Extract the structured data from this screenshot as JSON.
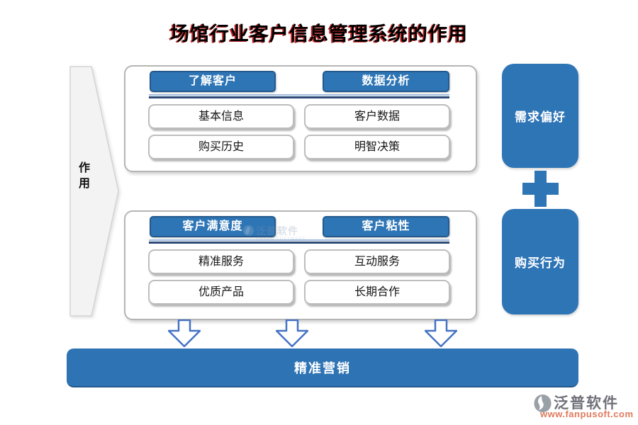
{
  "title": "场馆行业客户信息管理系统的作用",
  "left_banner": {
    "label": "作用"
  },
  "groups": [
    {
      "columns": [
        {
          "header": "了解客户",
          "items": [
            "基本信息",
            "购买历史"
          ]
        },
        {
          "header": "数据分析",
          "items": [
            "客户数据",
            "明智决策"
          ]
        }
      ]
    },
    {
      "columns": [
        {
          "header": "客户满意度",
          "items": [
            "精准服务",
            "优质产品"
          ]
        },
        {
          "header": "客户粘性",
          "items": [
            "互动服务",
            "长期合作"
          ]
        }
      ]
    }
  ],
  "right_panel": {
    "boxes": [
      "需求偏好",
      "购买行为"
    ],
    "connector_icon": "plus-icon"
  },
  "bottom_bar": {
    "label": "精准营销"
  },
  "watermark": {
    "brand": "泛普软件",
    "subtitle": "FANPU SOFTWARE"
  },
  "footer_logo": {
    "brand": "泛普软件",
    "url": "www.fanpusoft.com"
  },
  "colors": {
    "accent_blue": "#2E75B6",
    "pill_border": "#24598C",
    "divider_navy": "#2D4A77",
    "arrow_stroke": "#4472C4",
    "title_shadow_red": "#C01010",
    "pentagon_fill": "#F3F3F3",
    "url_orange": "#E0795C"
  }
}
